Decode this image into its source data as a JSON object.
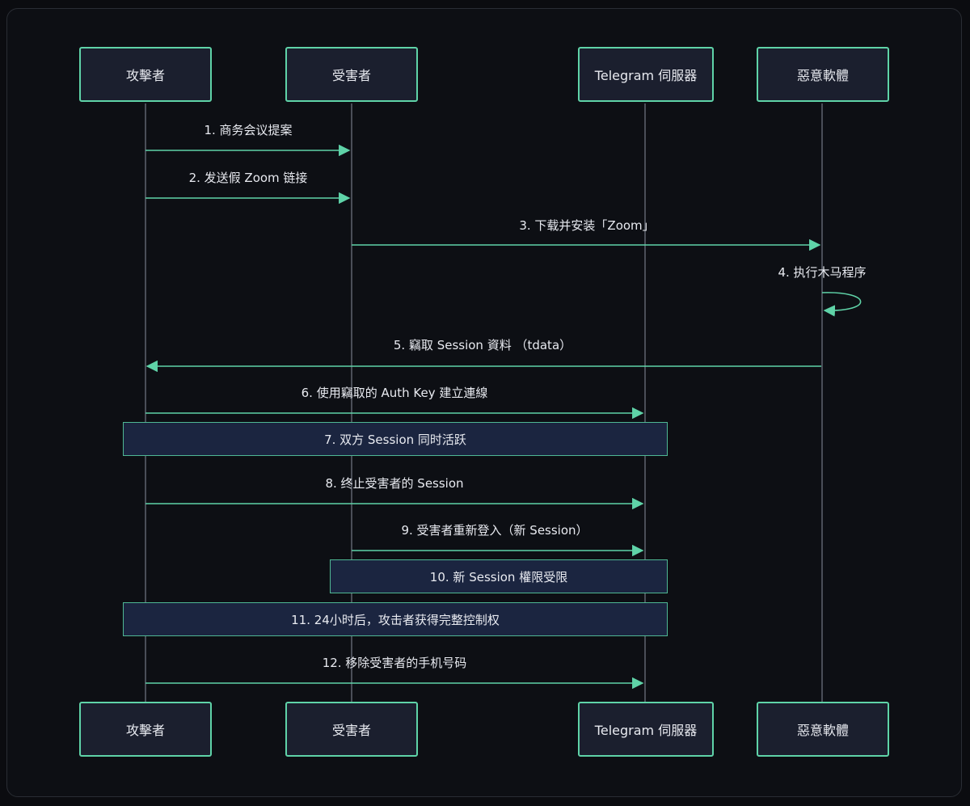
{
  "actors": [
    {
      "id": "attacker",
      "label": "攻擊者"
    },
    {
      "id": "victim",
      "label": "受害者"
    },
    {
      "id": "server",
      "label": "Telegram 伺服器"
    },
    {
      "id": "malware",
      "label": "惡意軟體"
    }
  ],
  "messages": [
    {
      "label": "1. 商务会议提案",
      "from": "attacker",
      "to": "victim"
    },
    {
      "label": "2. 发送假 Zoom 链接",
      "from": "attacker",
      "to": "victim"
    },
    {
      "label": "3. 下载并安装「Zoom」",
      "from": "victim",
      "to": "malware"
    },
    {
      "label": "4. 执行木马程序",
      "from": "malware",
      "to": "malware"
    },
    {
      "label": "5. 竊取 Session 資料 （tdata）",
      "from": "malware",
      "to": "attacker"
    },
    {
      "label": "6. 使用竊取的 Auth Key 建立連線",
      "from": "attacker",
      "to": "server"
    },
    {
      "label": "8. 终止受害者的 Session",
      "from": "attacker",
      "to": "server"
    },
    {
      "label": "9. 受害者重新登入（新 Session）",
      "from": "victim",
      "to": "server"
    },
    {
      "label": "12. 移除受害者的手机号码",
      "from": "attacker",
      "to": "server"
    }
  ],
  "notes": [
    {
      "label": "7. 双方 Session 同时活跃",
      "over": [
        "attacker",
        "server"
      ]
    },
    {
      "label": "10. 新 Session 權限受限",
      "over": [
        "victim",
        "server"
      ]
    },
    {
      "label": "11. 24小时后，攻击者获得完整控制权",
      "over": [
        "attacker",
        "server"
      ]
    }
  ],
  "colors": {
    "arrow": "#5fd3a8",
    "actor_border": "#5fd3a8",
    "note_fill": "#1b2540",
    "lifeline": "#4a4e58"
  }
}
